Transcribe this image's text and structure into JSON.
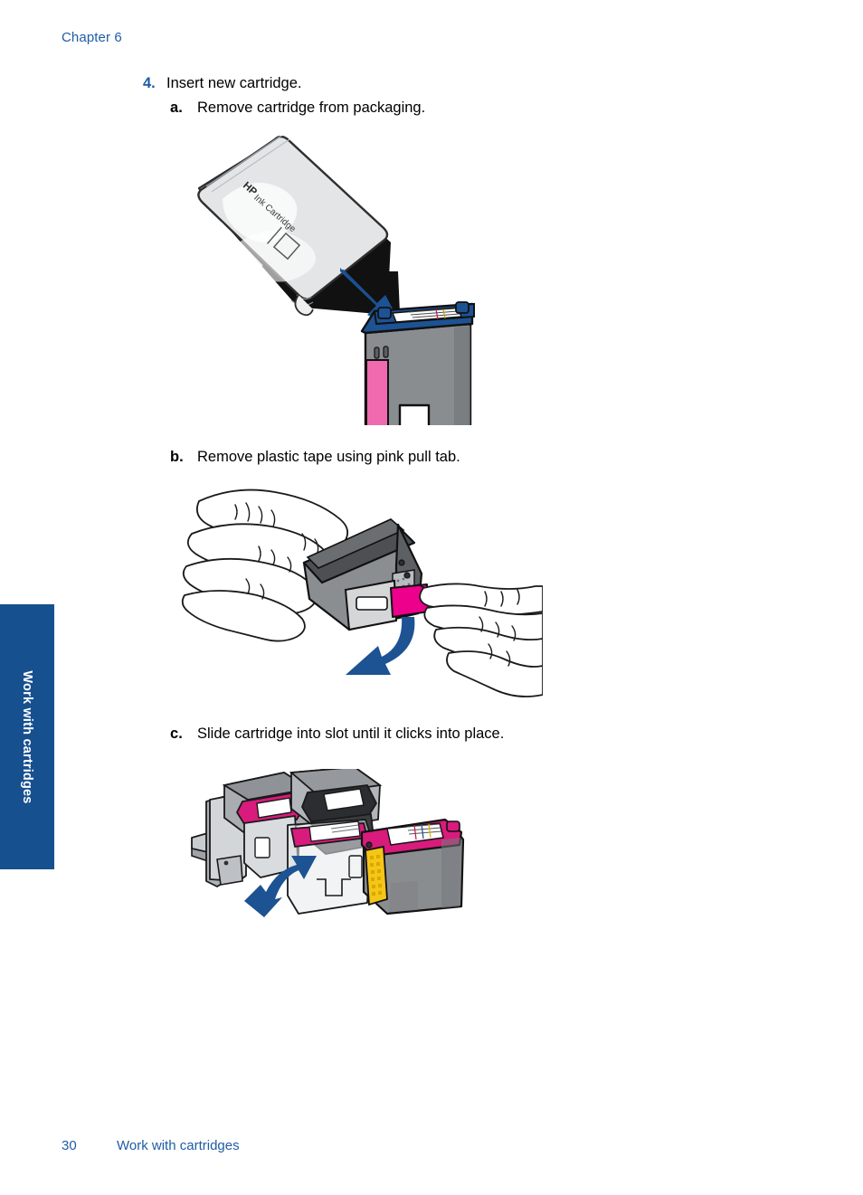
{
  "header": {
    "chapter_label": "Chapter 6"
  },
  "side_tab": {
    "label": "Work with cartridges",
    "background_color": "#17508f",
    "text_color": "#ffffff"
  },
  "colors": {
    "heading_blue": "#1f5ca6",
    "arrow_blue": "#1d5293",
    "magenta": "#ec008c",
    "cartridge_pink": "#f472b6",
    "yellow": "#f5c518",
    "body_text": "#000000"
  },
  "steps": [
    {
      "number": "4.",
      "text": "Insert new cartridge."
    }
  ],
  "substeps": [
    {
      "letter": "a",
      "separator": ".",
      "text": "Remove cartridge from packaging.",
      "figure": {
        "name": "cartridge-packaging-illustration",
        "package_label_hp": "HP",
        "package_label_rest": "Ink Cartridge",
        "arrow_direction": "down-right",
        "arrow_color": "#1d5293"
      }
    },
    {
      "letter": "b",
      "separator": ".",
      "text": "Remove plastic tape using pink pull tab.",
      "figure": {
        "name": "remove-tape-illustration",
        "arrow_direction": "curved-down-left",
        "arrow_color": "#1d5293",
        "tab_color": "#ec008c"
      }
    },
    {
      "letter": "c",
      "separator": ".",
      "text": "Slide cartridge into slot until it clicks into place.",
      "figure": {
        "name": "slide-cartridge-illustration",
        "arrow_direction": "curved-up-right",
        "arrow_color": "#1d5293"
      }
    }
  ],
  "footer": {
    "page_number": "30",
    "section_title": "Work with cartridges"
  }
}
